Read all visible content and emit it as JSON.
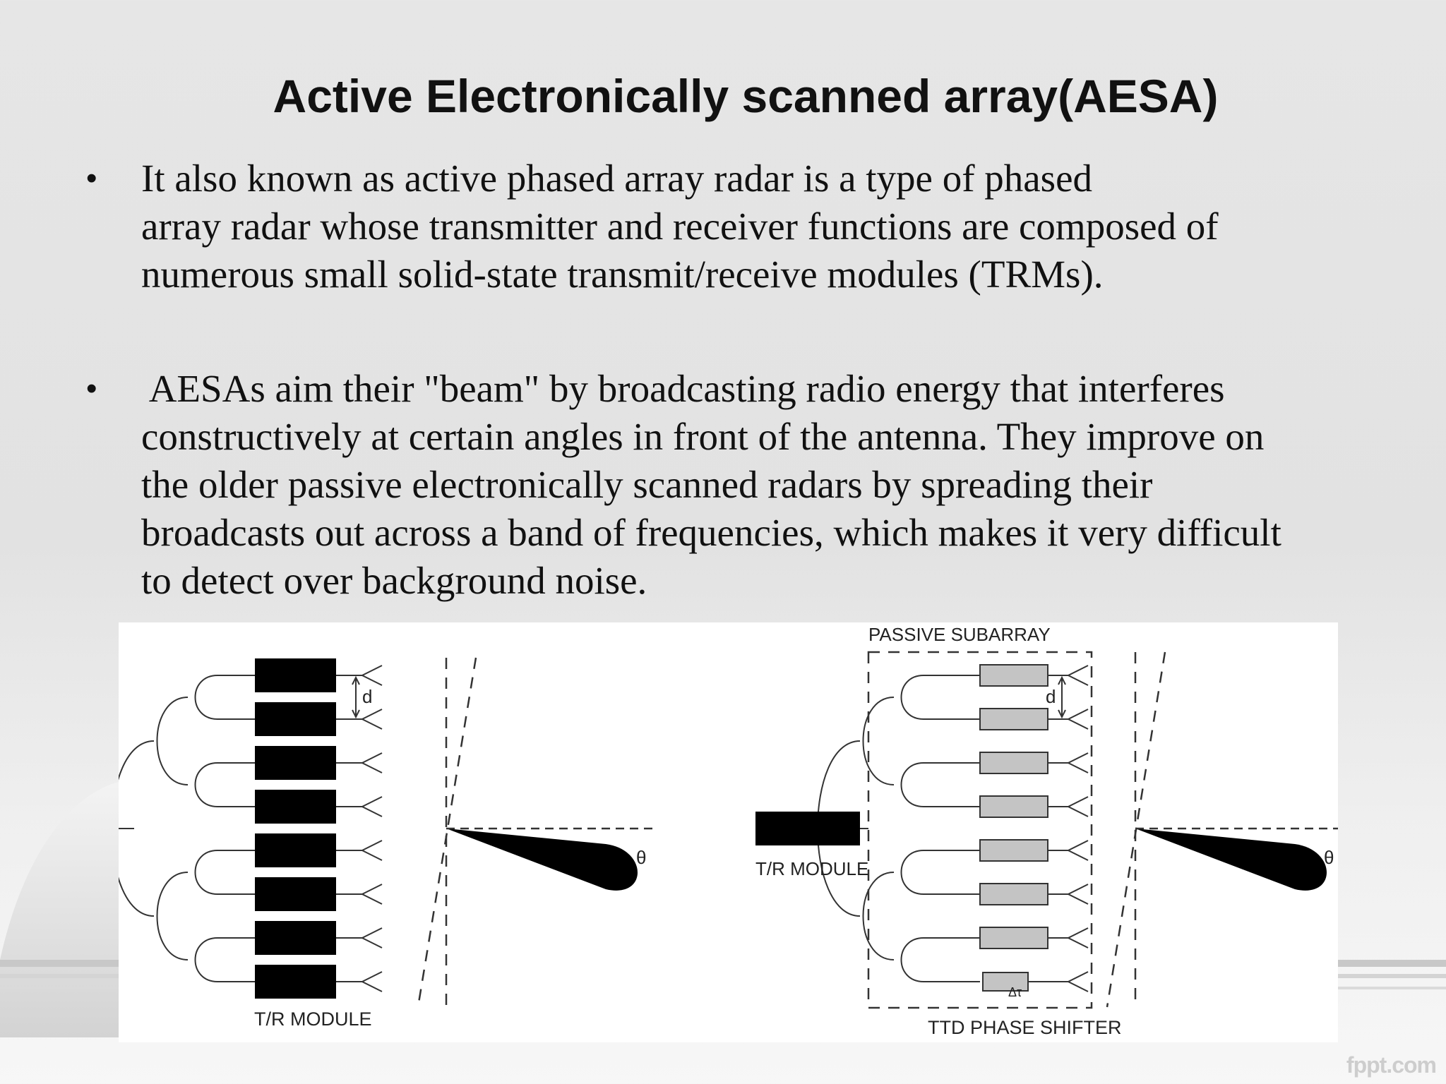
{
  "slide": {
    "title": "Active Electronically scanned array(AESA)",
    "bullets": [
      {
        "lines": [
          "It also known as active phased array radar is a type of phased",
          "array radar whose transmitter and receiver functions are composed of",
          "numerous small solid-state transmit/receive modules (TRMs)."
        ]
      },
      {
        "lines": [
          " AESAs aim their \"beam\" by broadcasting radio energy that interferes",
          "constructively at certain angles in front of the antenna. They improve on",
          "the older passive electronically scanned radars by spreading their",
          "broadcasts out across a band of frequencies, which makes it very difficult",
          "to detect over background noise."
        ]
      }
    ],
    "bullet_symbol": "•"
  },
  "figure": {
    "active": {
      "module_label": "T/R MODULE",
      "spacing_label": "d",
      "angle_label": "θ"
    },
    "passive": {
      "subarray_label": "PASSIVE SUBARRAY",
      "module_label": "T/R MODULE",
      "spacing_label": "d",
      "delay_label": "Δτ",
      "shifter_label": "TTD PHASE SHIFTER",
      "angle_label": "θ"
    }
  },
  "watermark": "fppt.com"
}
